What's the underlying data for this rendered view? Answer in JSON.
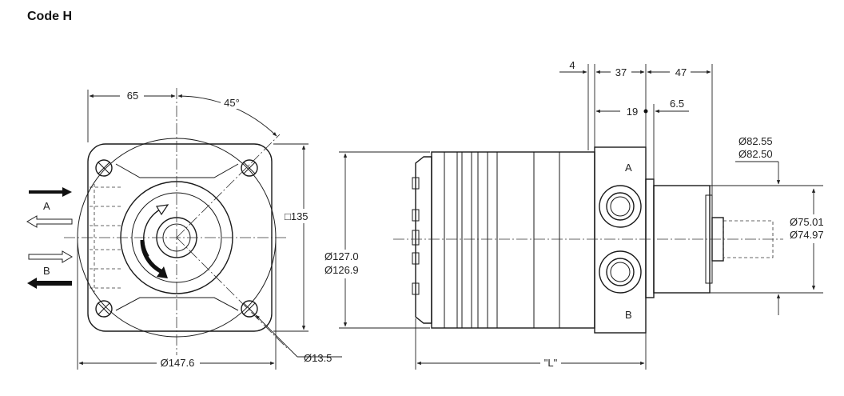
{
  "title": "Code H",
  "front_view": {
    "dim_65": "65",
    "dim_45deg": "45°",
    "dim_square": "□135",
    "dim_diameter": "Ø147.6",
    "dim_hole": "Ø13.5",
    "port_a": "A",
    "port_b": "B"
  },
  "side_view": {
    "dim_4": "4",
    "dim_37": "37",
    "dim_47": "47",
    "dim_19": "19",
    "dim_6_5": "6.5",
    "pilot_max": "Ø82.55",
    "pilot_min": "Ø82.50",
    "shaft_max": "Ø75.01",
    "shaft_min": "Ø74.97",
    "body_max": "Ø127.0",
    "body_min": "Ø126.9",
    "length": "\"L\"",
    "port_a": "A",
    "port_b": "B"
  }
}
